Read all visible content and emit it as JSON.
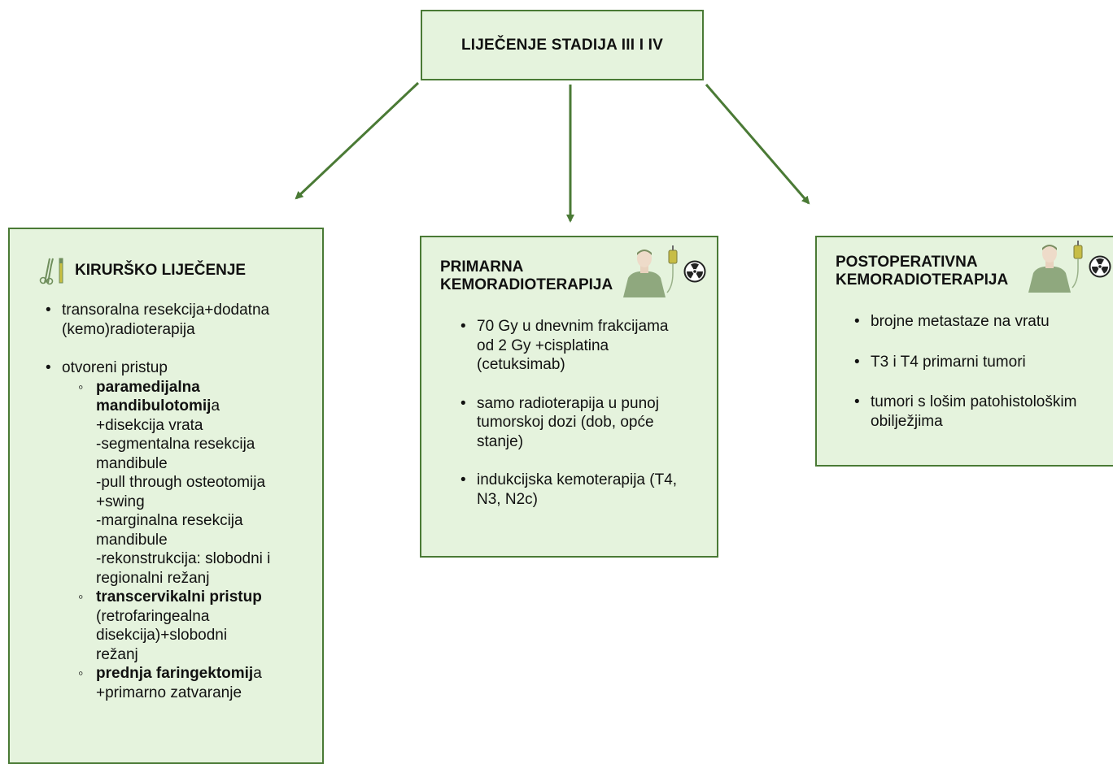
{
  "top": {
    "title": "LIJEČENJE STADIJA III I IV"
  },
  "left": {
    "title": "KIRURŠKO LIJEČENJE",
    "items": [
      {
        "text": "transoralna resekcija+dodatna (kemo)radioterapija"
      },
      {
        "text": "otvoreni pristup",
        "subitems": [
          {
            "bold": "paramedijalna mandibulotomij",
            "rest": "a",
            "lines": [
              "+disekcija vrata",
              "-segmentalna resekcija mandibule",
              "-pull through osteotomija +swing",
              "-marginalna resekcija mandibule",
              "-rekonstrukcija: slobodni i regionalni režanj"
            ]
          },
          {
            "bold": "transcervikalni pristup",
            "rest": "",
            "lines": [
              "(retrofaringealna disekcija)+slobodni režanj"
            ]
          },
          {
            "bold": "prednja faringektomij",
            "rest": "a",
            "lines": [
              "+primarno zatvaranje"
            ]
          }
        ]
      }
    ]
  },
  "middle": {
    "title_line1": "PRIMARNA",
    "title_line2": "KEMORADIOTERAPIJA",
    "items": [
      "70 Gy u dnevnim frakcijama od 2 Gy +cisplatina (cetuksimab)",
      "samo radioterapija u punoj tumorskoj dozi (dob, opće stanje)",
      "indukcijska kemoterapija (T4, N3, N2c)"
    ]
  },
  "right": {
    "title_line1": "POSTOPERATIVNA",
    "title_line2": "KEMORADIOTERAPIJA",
    "items": [
      "brojne metastaze na vratu",
      "T3 i T4 primarni tumori",
      "tumori s lošim patohistološkim obilježjima"
    ]
  },
  "colors": {
    "box_fill": "#e5f3dd",
    "border": "#4a7a35",
    "arrow": "#4a7a35"
  },
  "icons": [
    "surgical-instruments-icon",
    "patient-icon",
    "iv-drip-icon",
    "radiation-icon"
  ]
}
